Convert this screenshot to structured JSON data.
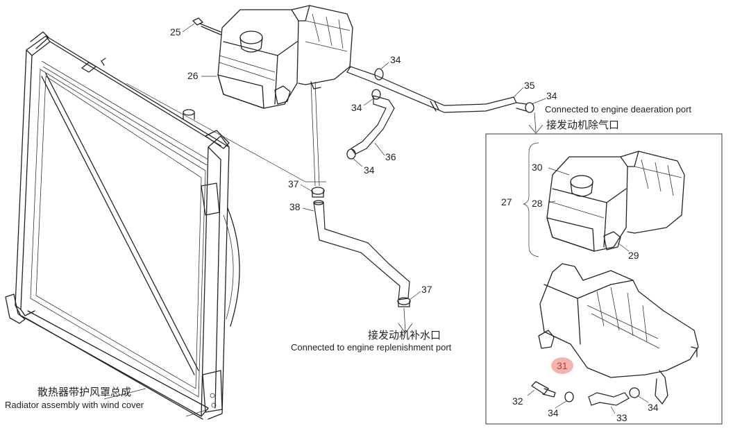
{
  "callouts": {
    "c25": "25",
    "c26": "26",
    "c34a": "34",
    "c34b": "34",
    "c35": "35",
    "c34c": "34",
    "c34d": "34",
    "c36": "36",
    "c37a": "37",
    "c38": "38",
    "c37b": "37",
    "c30": "30",
    "c27": "27",
    "c28": "28",
    "c29": "29",
    "c31": "31",
    "c32": "32",
    "c34e": "34",
    "c33": "33",
    "c34f": "34"
  },
  "captions": {
    "deaeration_en": "Connected to engine deaeration port",
    "deaeration_zh": "接发动机除气口",
    "replenish_zh": "接发动机补水口",
    "replenish_en": "Connected to engine replenishment port",
    "radiator_zh": "散热器带护风罩总成",
    "radiator_en": "Radiator assembly with wind cover"
  },
  "colors": {
    "line": "#222222",
    "highlight_fill": "#f2b4b0",
    "highlight_text": "#c0392b"
  }
}
